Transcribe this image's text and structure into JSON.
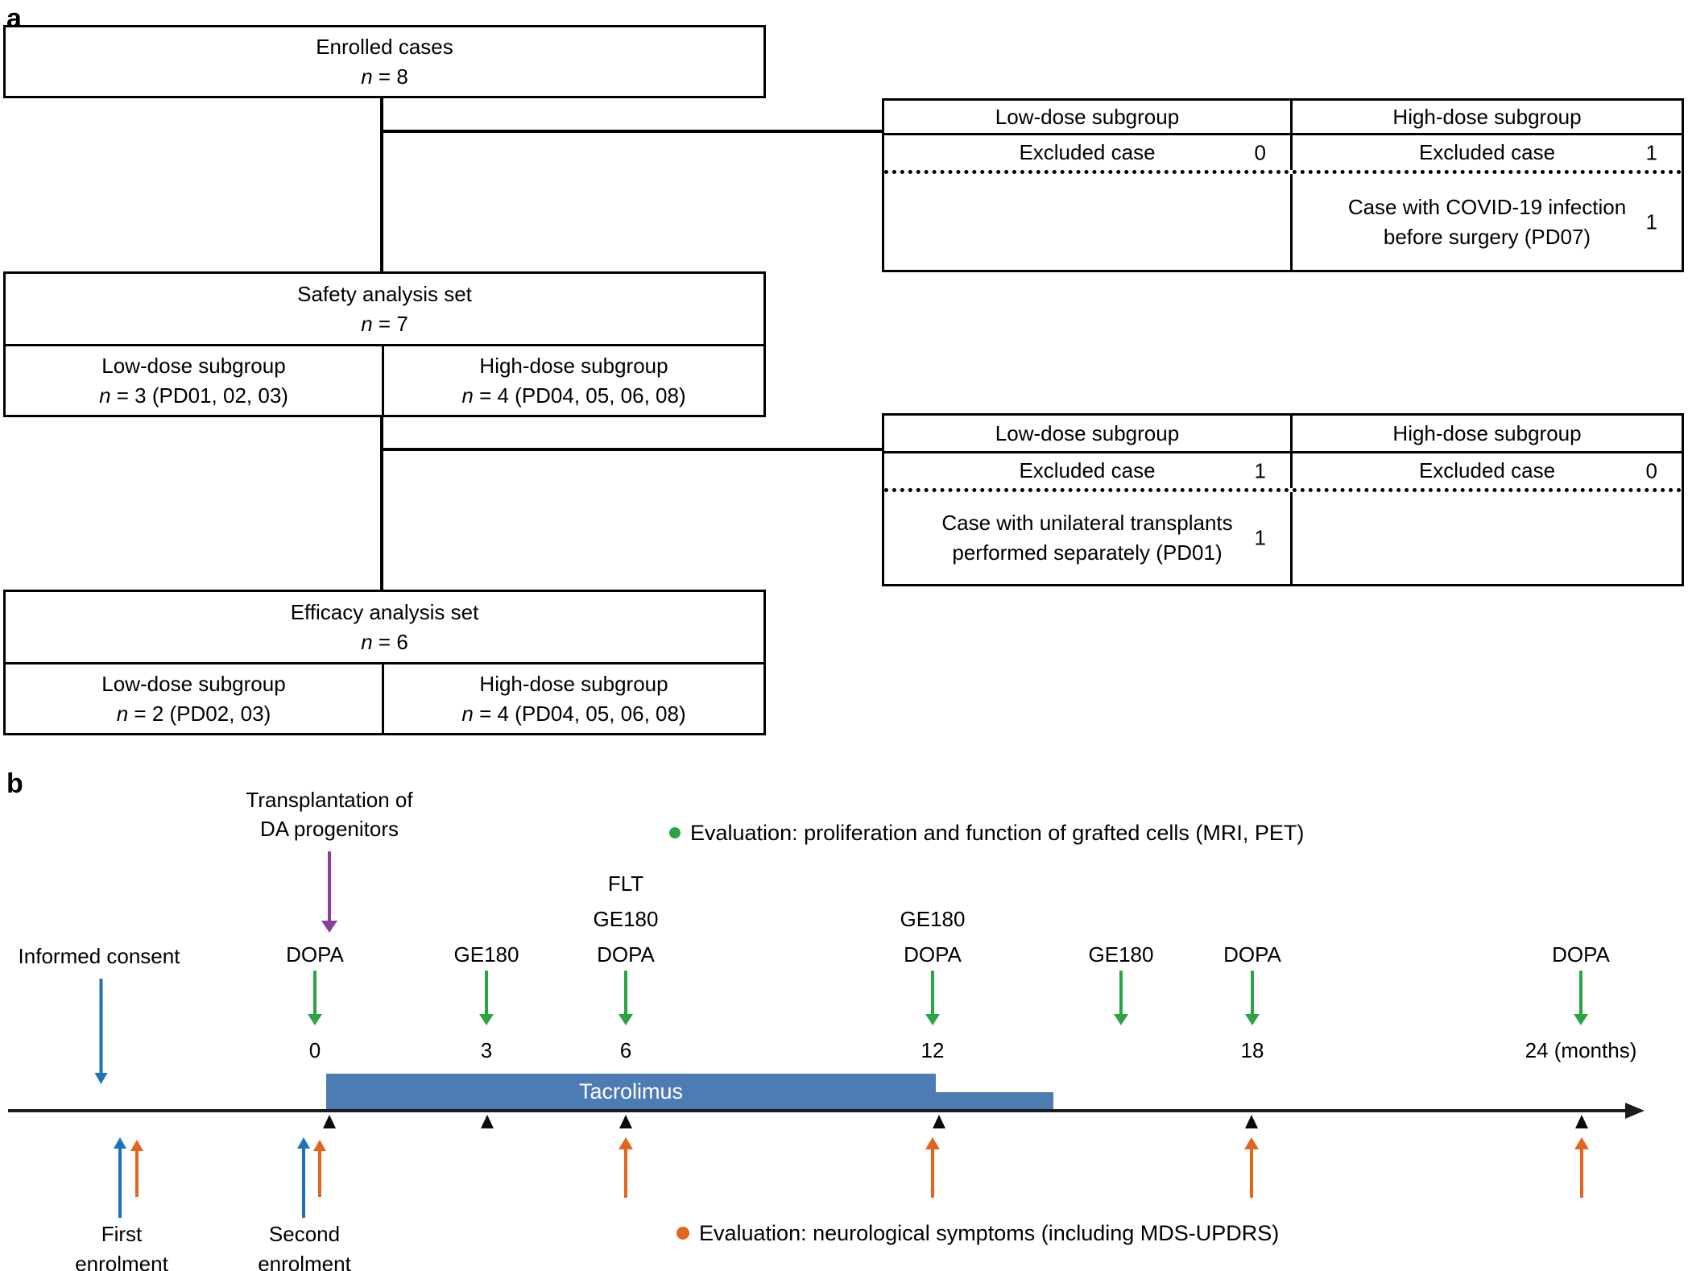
{
  "panel_a": {
    "label": "a",
    "enrolled": {
      "title": "Enrolled cases",
      "n": "n = 8"
    },
    "safety": {
      "title": "Safety analysis set",
      "n": "n = 7",
      "low_title": "Low-dose subgroup",
      "low_n": "n = 3 (PD01, 02, 03)",
      "high_title": "High-dose subgroup",
      "high_n": "n = 4 (PD04, 05, 06, 08)"
    },
    "efficacy": {
      "title": "Efficacy analysis set",
      "n": "n = 6",
      "low_title": "Low-dose subgroup",
      "low_n": "n = 2 (PD02, 03)",
      "high_title": "High-dose subgroup",
      "high_n": "n = 4 (PD04, 05, 06, 08)"
    },
    "exclusions": [
      {
        "low_header": "Low-dose subgroup",
        "high_header": "High-dose subgroup",
        "low_excluded_label": "Excluded case",
        "low_excluded_count": "0",
        "high_excluded_label": "Excluded case",
        "high_excluded_count": "1",
        "low_reason": "",
        "low_reason_count": "",
        "high_reason": "Case with COVID-19 infection before surgery (PD07)",
        "high_reason_count": "1"
      },
      {
        "low_header": "Low-dose subgroup",
        "high_header": "High-dose subgroup",
        "low_excluded_label": "Excluded case",
        "low_excluded_count": "1",
        "high_excluded_label": "Excluded case",
        "high_excluded_count": "0",
        "low_reason": "Case with unilateral transplants performed separately (PD01)",
        "low_reason_count": "1",
        "high_reason": "",
        "high_reason_count": ""
      }
    ]
  },
  "panel_b": {
    "label": "b",
    "transplant_label": [
      "Transplantation of",
      "DA progenitors"
    ],
    "informed_consent_label": "Informed consent",
    "legend_imaging": "Evaluation: proliferation and function of grafted cells (MRI, PET)",
    "legend_neuro": "Evaluation: neurological symptoms (including MDS-UPDRS)",
    "tacrolimus_label": "Tacrolimus",
    "first_enrolment_label": [
      "First",
      "enrolment"
    ],
    "second_enrolment_label": [
      "Second",
      "enrolment"
    ],
    "events": [
      {
        "month": "0",
        "scans": [
          "DOPA"
        ]
      },
      {
        "month": "3",
        "scans": [
          "GE180"
        ]
      },
      {
        "month": "6",
        "scans": [
          "FLT",
          "GE180",
          "DOPA"
        ]
      },
      {
        "month": "12",
        "scans": [
          "GE180",
          "DOPA"
        ]
      },
      {
        "month": "",
        "scans": [
          "GE180"
        ]
      },
      {
        "month": "18",
        "scans": [
          "DOPA"
        ]
      },
      {
        "month": "24 (months)",
        "scans": [
          "DOPA"
        ]
      }
    ],
    "colors": {
      "green": "#2ca444",
      "orange": "#e2641f",
      "blue": "#1e72b8",
      "purple": "#8b4097",
      "bar_blue": "#4d7cb5"
    }
  }
}
